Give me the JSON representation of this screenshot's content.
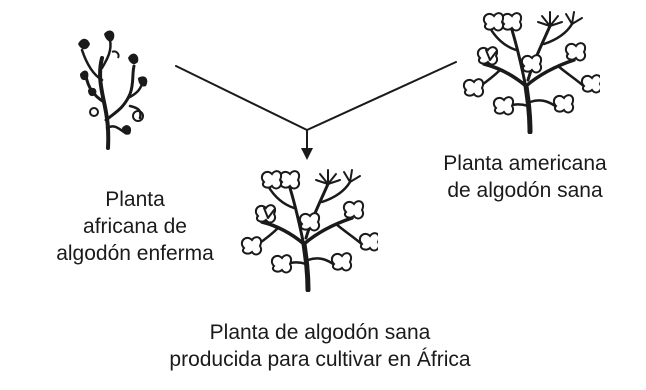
{
  "diagram": {
    "african_plant": {
      "icon": "diseased-cotton-plant-icon",
      "label_lines": [
        "Planta",
        "africana de",
        "algodón enferma"
      ]
    },
    "american_plant": {
      "icon": "healthy-cotton-plant-icon",
      "label_lines": [
        "Planta americana",
        "de algodón sana"
      ]
    },
    "result_plant": {
      "icon": "healthy-cotton-plant-icon",
      "label_lines": [
        "Planta de algodón sana",
        "producida para cultivar en África"
      ]
    },
    "connector": {
      "icon": "merge-arrow-icon",
      "color": "#1a1a1a"
    }
  }
}
